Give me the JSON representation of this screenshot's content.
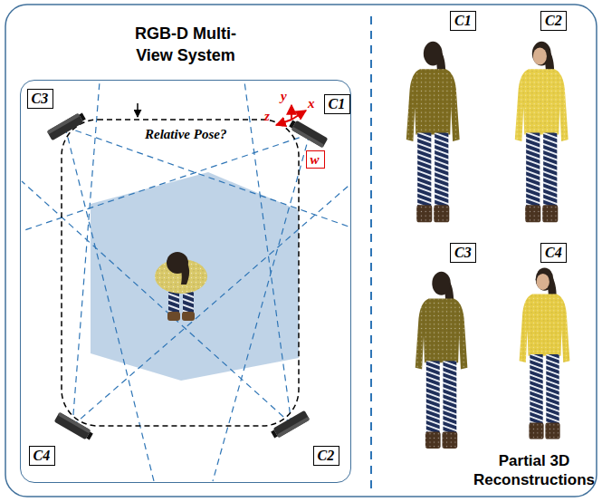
{
  "diagram": {
    "nodes": [
      {
        "text": [
          "RGB-D Multi-View System"
        ]
      },
      {
        "text": [
          "C3"
        ],
        "in": 0
      },
      {
        "text": [
          "C1"
        ],
        "in": 0
      },
      {
        "text": [
          "w"
        ],
        "in": 0
      },
      {
        "text": [
          "C4"
        ],
        "in": 0
      },
      {
        "text": [
          "C2"
        ],
        "in": 0
      },
      {
        "text": [
          "C1"
        ]
      },
      {
        "text": [
          "C2"
        ]
      },
      {
        "text": [
          "C3"
        ]
      },
      {
        "text": [
          "C4"
        ]
      }
    ],
    "labels": [
      "Relative Pose?",
      "y",
      "x",
      "z",
      "Partial 3D Reconstructions"
    ]
  }
}
